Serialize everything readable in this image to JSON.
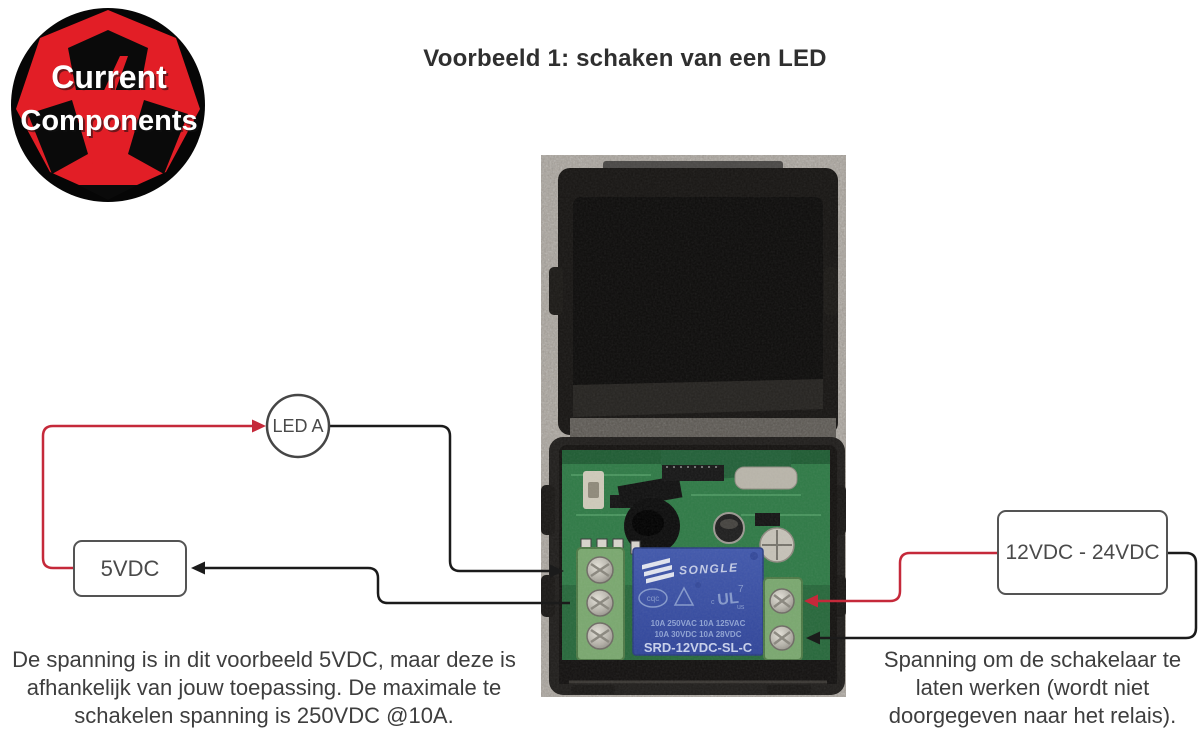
{
  "title": "Voorbeeld 1: schaken van een LED",
  "logo": {
    "line1": "Current",
    "line2": "Components"
  },
  "diagram": {
    "led_label": "LED A",
    "left_source_label": "5VDC",
    "right_source_label": "12VDC - 24VDC"
  },
  "module": {
    "relay_brand": "SONGLE",
    "cert_cqc": "cqc",
    "cert_ul": "UL",
    "cert_ul_c": "c",
    "cert_ul_us": "us",
    "cert_ul_7": "7",
    "rating_line1": "10A 250VAC 10A 125VAC",
    "rating_line2": "10A 30VDC 10A 28VDC",
    "relay_model": "SRD-12VDC-SL-C"
  },
  "notes": {
    "left_line1": "De spanning is in dit voorbeeld 5VDC, maar deze is",
    "left_line2": "afhankelijk van jouw toepassing. De maximale te",
    "left_line3": "schakelen spanning is 250VDC @10A.",
    "right_line1": "Spanning om de schakelaar te",
    "right_line2": "laten werken (wordt niet",
    "right_line3": "doorgegeven naar het relais)."
  },
  "colors": {
    "wire_red": "#c5293a",
    "wire_black": "#1b1b1b",
    "logo_red": "#e21e26",
    "relay_blue": "#3b54a6",
    "pcb_green": "#2f7a46",
    "photo_background_gray": "#a7a199"
  }
}
